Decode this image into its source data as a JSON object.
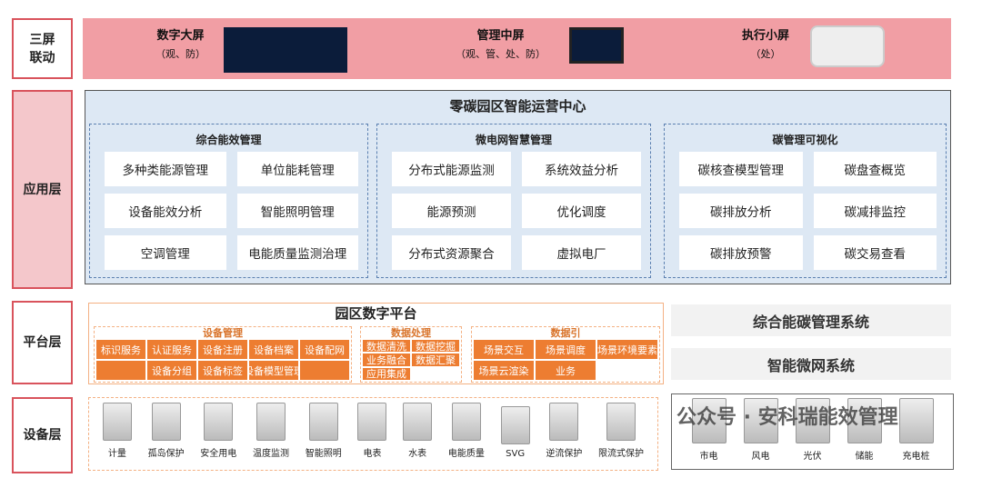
{
  "layers": {
    "screens": "三屏联动",
    "app": "应用层",
    "platform": "平台层",
    "device": "设备层"
  },
  "screens": [
    {
      "title": "数字大屏",
      "sub": "（观、防）"
    },
    {
      "title": "管理中屏",
      "sub": "（观、管、处、防）"
    },
    {
      "title": "执行小屏",
      "sub": "（处）"
    }
  ],
  "app": {
    "title": "零碳园区智能运营中心",
    "groups": [
      {
        "title": "综合能效管理",
        "items": [
          "多种类能源管理",
          "单位能耗管理",
          "设备能效分析",
          "智能照明管理",
          "空调管理",
          "电能质量监测治理"
        ]
      },
      {
        "title": "微电网智慧管理",
        "items": [
          "分布式能源监测",
          "系统效益分析",
          "能源预测",
          "优化调度",
          "分布式资源聚合",
          "虚拟电厂"
        ]
      },
      {
        "title": "碳管理可视化",
        "items": [
          "碳核查模型管理",
          "碳盘查概览",
          "碳排放分析",
          "碳减排监控",
          "碳排放预警",
          "碳交易查看"
        ]
      }
    ]
  },
  "platform": {
    "title": "园区数字平台",
    "device_mgmt": {
      "title": "设备管理",
      "items": [
        "标识服务",
        "认证服务",
        "设备注册",
        "设备档案",
        "设备配网",
        "",
        "设备分组",
        "设备标签",
        "设备模型管理",
        ""
      ]
    },
    "data_proc": {
      "title": "数据处理",
      "items": [
        "数据清洗",
        "数据挖掘",
        "业务融合",
        "数据汇聚",
        "应用集成"
      ]
    },
    "data_engine": {
      "title": "数据引",
      "items": [
        "场景交互",
        "场景调度",
        "场景环境要素",
        "场景云渲染",
        "业务"
      ]
    }
  },
  "systems": [
    "综合能碳管理系统",
    "智能微网系统"
  ],
  "devices": [
    "计量",
    "孤岛保护",
    "安全用电",
    "温度监测",
    "智能照明",
    "电表",
    "水表",
    "电能质量",
    "SVG",
    "逆流保护",
    "限流式保护"
  ],
  "energy": [
    "市电",
    "风电",
    "光伏",
    "储能",
    "充电桩"
  ],
  "watermark": "公众号 · 安科瑞能效管理"
}
